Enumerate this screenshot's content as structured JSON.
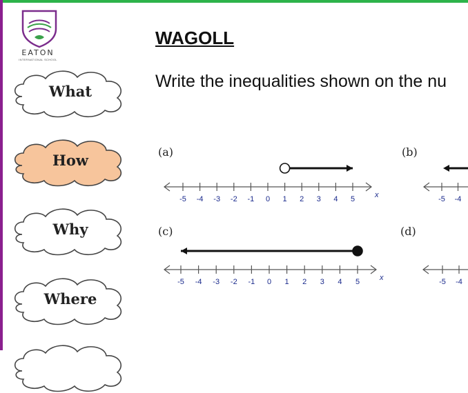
{
  "colors": {
    "top_bar": "#2db34a",
    "left_bar": "#8b1f8f",
    "cloud_fill": "#ffffff",
    "cloud_fill_highlight": "#f7c59c",
    "cloud_stroke": "#444444",
    "logo_purple": "#7b2c8c",
    "logo_green": "#3aa14a"
  },
  "logo": {
    "name": "EATON",
    "subtitle": "INTERNATIONAL SCHOOL",
    "icon": "school-crest-icon"
  },
  "sidebar": {
    "clouds": [
      {
        "label": "What",
        "highlighted": false
      },
      {
        "label": "How",
        "highlighted": true
      },
      {
        "label": "Why",
        "highlighted": false
      },
      {
        "label": "Where",
        "highlighted": false
      },
      {
        "label": "",
        "highlighted": false
      }
    ]
  },
  "main": {
    "title": "WAGOLL",
    "instruction": "Write the inequalities shown on the nu",
    "questions": [
      {
        "label": "(a)"
      },
      {
        "label": "(b)"
      },
      {
        "label": "(c)"
      },
      {
        "label": "(d)"
      }
    ],
    "axis_ticks": [
      "-5",
      "-4",
      "-3",
      "-2",
      "-1",
      "0",
      "1",
      "2",
      "3",
      "4",
      "5"
    ],
    "axis_var": "x",
    "number_lines": [
      {
        "id": "a",
        "endpoint": 1,
        "endpoint_type": "open",
        "direction": "right",
        "arrow_to": 5
      },
      {
        "id": "c",
        "endpoint": 5,
        "endpoint_type": "closed",
        "direction": "left",
        "arrow_to": -5
      }
    ]
  }
}
